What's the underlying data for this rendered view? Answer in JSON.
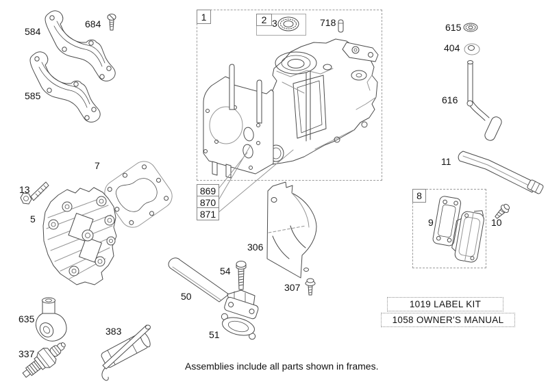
{
  "labels": {
    "p1": "1",
    "p2": "2",
    "p3": "3",
    "p5": "5",
    "p7": "7",
    "p8": "8",
    "p9": "9",
    "p10": "10",
    "p11": "11",
    "p13": "13",
    "p50": "50",
    "p51": "51",
    "p54": "54",
    "p306": "306",
    "p307": "307",
    "p337": "337",
    "p383": "383",
    "p404": "404",
    "p584": "584",
    "p585": "585",
    "p615": "615",
    "p616": "616",
    "p635": "635",
    "p684": "684",
    "p718": "718",
    "p869": "869",
    "p870": "870",
    "p871": "871"
  },
  "callouts": {
    "label_kit": "1019 LABEL KIT",
    "owners_manual": "1058 OWNER'S MANUAL"
  },
  "footer_note": "Assemblies include all parts shown in frames.",
  "colors": {
    "line": "#4a4a4a",
    "line_light": "#949494",
    "frame_border": "#999999",
    "text": "#111111",
    "background": "#ffffff"
  }
}
